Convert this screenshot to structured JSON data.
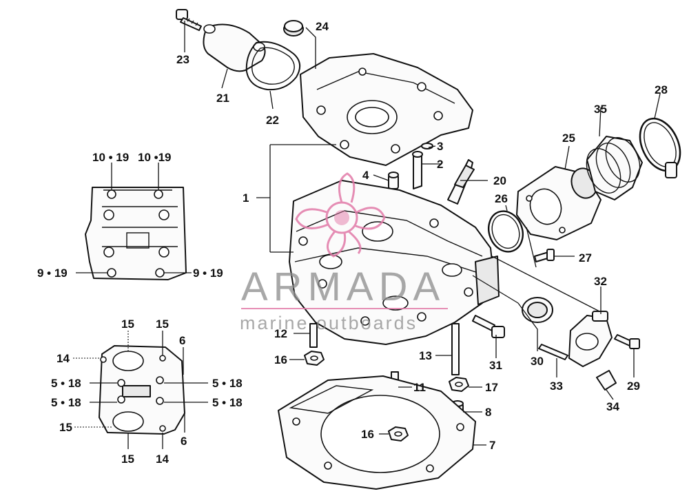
{
  "diagram": {
    "labels": {
      "l1": "1",
      "l2": "2",
      "l3": "3",
      "l4": "4",
      "l6a": "6",
      "l6b": "6",
      "l7": "7",
      "l8": "8",
      "l11": "11",
      "l12": "12",
      "l13": "13",
      "l14a": "14",
      "l14b": "14",
      "l15a": "15",
      "l15b": "15",
      "l15c": "15",
      "l15d": "15",
      "l16a": "16",
      "l16b": "16",
      "l17": "17",
      "l20": "20",
      "l21": "21",
      "l22": "22",
      "l23": "23",
      "l24": "24",
      "l25": "25",
      "l26": "26",
      "l27": "27",
      "l28": "28",
      "l29": "29",
      "l30": "30",
      "l31": "31",
      "l32": "32",
      "l33": "33",
      "l34": "34",
      "l35": "35",
      "l10_19a": "10 • 19",
      "l10_19b": "10 •19",
      "l9_19a": "9 • 19",
      "l9_19b": "9 • 19",
      "l5_18a": "5 • 18",
      "l5_18b": "5 • 18",
      "l5_18c": "5 • 18",
      "l5_18d": "5 • 18"
    },
    "watermark": {
      "brand": "ARMADA",
      "tagline": "marine outboards",
      "logo_color": "#e27aa8",
      "text_color": "#8b8b8b"
    }
  }
}
